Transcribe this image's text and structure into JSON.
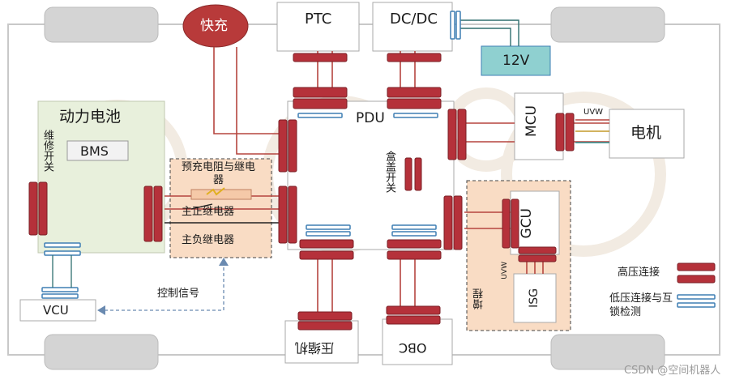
{
  "title": "",
  "nodes": {
    "fast_charge": "快充",
    "ptc": "PTC",
    "dcdc": "DC/DC",
    "lv12": "12V",
    "battery": "动力电池",
    "bms": "BMS",
    "service_switch": "维修开关",
    "pdu": "PDU",
    "cover_switch": "盒盖开关",
    "mcu": "MCU",
    "motor": "电机",
    "uvw_mcu": "UVW",
    "precharge": "预充电阻与继电器",
    "main_pos": "主正继电器",
    "main_neg": "主负继电器",
    "gcu": "GCU",
    "isg": "ISG",
    "uvw_gcu": "UVW",
    "range_ext": "增程",
    "compressor": "压缩机",
    "obc": "OBC",
    "vcu": "VCU",
    "control_signal": "控制信号"
  },
  "legend": {
    "hv": "高压连接",
    "lv": "低压连接与互锁检测"
  },
  "watermark": "CSDN @空间机器人",
  "colors": {
    "hv_connector": "#b5313a",
    "hv_line": "#b5453f",
    "lv_connector": "#3f7fb4",
    "lv_line": "#2f6f6f",
    "battery_fill": "#e8f0dc",
    "range_fill": "#f9dcc4",
    "lv_box_fill": "#8fd0d0",
    "wheel": "#d4d4d4",
    "fast_charge_fill": "#b83a3a"
  }
}
